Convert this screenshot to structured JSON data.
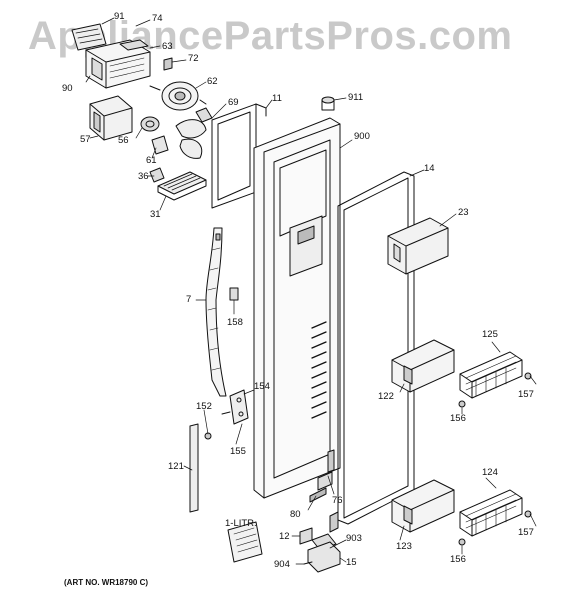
{
  "watermark": "AppliancePartsPros.com",
  "art_number": "(ART NO. WR18790 C)",
  "booklet_text": "1-LITR.",
  "callouts": {
    "p91": "91",
    "p74": "74",
    "p63": "63",
    "p72": "72",
    "p90": "90",
    "p62": "62",
    "p69": "69",
    "p11": "11",
    "p911": "911",
    "p57": "57",
    "p56": "56",
    "p61": "61",
    "p900": "900",
    "p36": "36",
    "p14": "14",
    "p31": "31",
    "p23": "23",
    "p7": "7",
    "p158": "158",
    "p125": "125",
    "p154": "154",
    "p122": "122",
    "p152": "152",
    "p157a": "157",
    "p156a": "156",
    "p155": "155",
    "p121": "121",
    "p124": "124",
    "p76": "76",
    "p80": "80",
    "p12": "12",
    "p903": "903",
    "p123": "123",
    "p157b": "157",
    "p156b": "156",
    "p904": "904",
    "p15": "15"
  }
}
